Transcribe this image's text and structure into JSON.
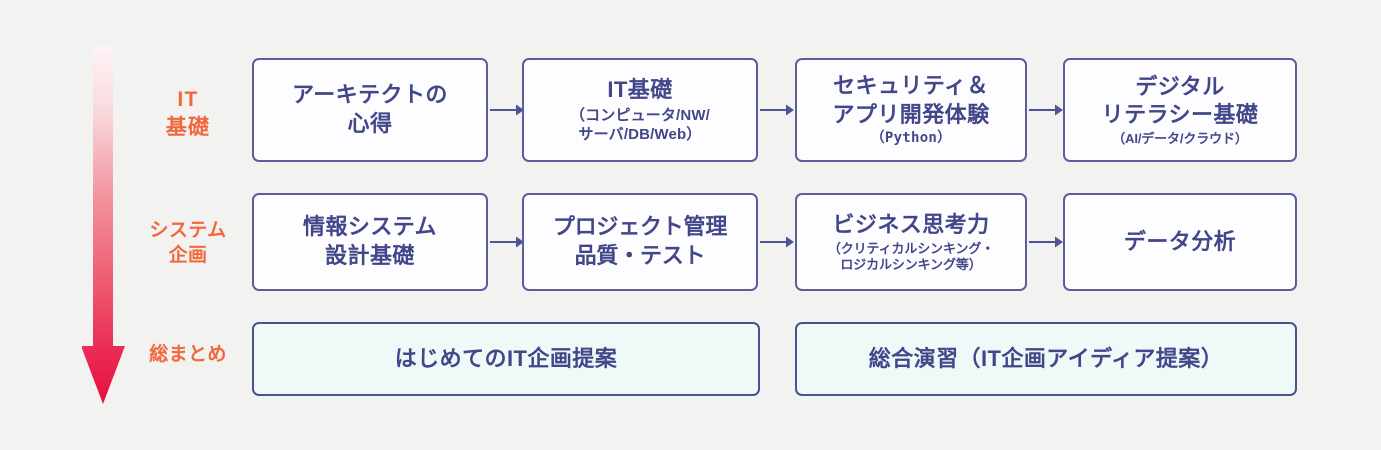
{
  "diagram": {
    "background_color": "#f2f2f0",
    "box_border_color": "#5a5f9b",
    "box_text_color": "#42478a",
    "row_label_color": "#f2683c",
    "summary_fill_color": "#effaf8",
    "arrow_gradient_top": "#fdf3f4",
    "arrow_gradient_bottom": "#e8133f",
    "progress_arrow_name": "progress-down-arrow"
  },
  "rows": [
    {
      "label": "IT\n基礎",
      "label_name": "row-label-it-kiso",
      "nodes": [
        {
          "title": "アーキテクトの\n心得",
          "sub": ""
        },
        {
          "title": "IT基礎",
          "sub": "（コンピュータ/NW/\nサーバ/DB/Web）"
        },
        {
          "title": "セキュリティ＆\nアプリ開発体験",
          "sub": "（Python）"
        },
        {
          "title": "デジタル\nリテラシー基礎",
          "sub": "（AI/データ/クラウド）"
        }
      ],
      "connectors": [
        "arrow-right",
        "arrow-right",
        "arrow-right"
      ]
    },
    {
      "label": "システム\n企画",
      "label_name": "row-label-system-kikaku",
      "nodes": [
        {
          "title": "情報システム\n設計基礎",
          "sub": ""
        },
        {
          "title": "プロジェクト管理\n品質・テスト",
          "sub": ""
        },
        {
          "title": "ビジネス思考力",
          "sub": "（クリティカルシンキング・\nロジカルシンキング等）"
        },
        {
          "title": "データ分析",
          "sub": ""
        }
      ],
      "connectors": [
        "arrow-right",
        "arrow-right",
        "arrow-right"
      ]
    },
    {
      "label": "総まとめ",
      "label_name": "row-label-matome",
      "nodes": [
        {
          "title": "はじめてのIT企画提案",
          "sub": ""
        },
        {
          "title": "総合演習（IT企画アイディア提案）",
          "sub": ""
        }
      ],
      "connectors": []
    }
  ]
}
